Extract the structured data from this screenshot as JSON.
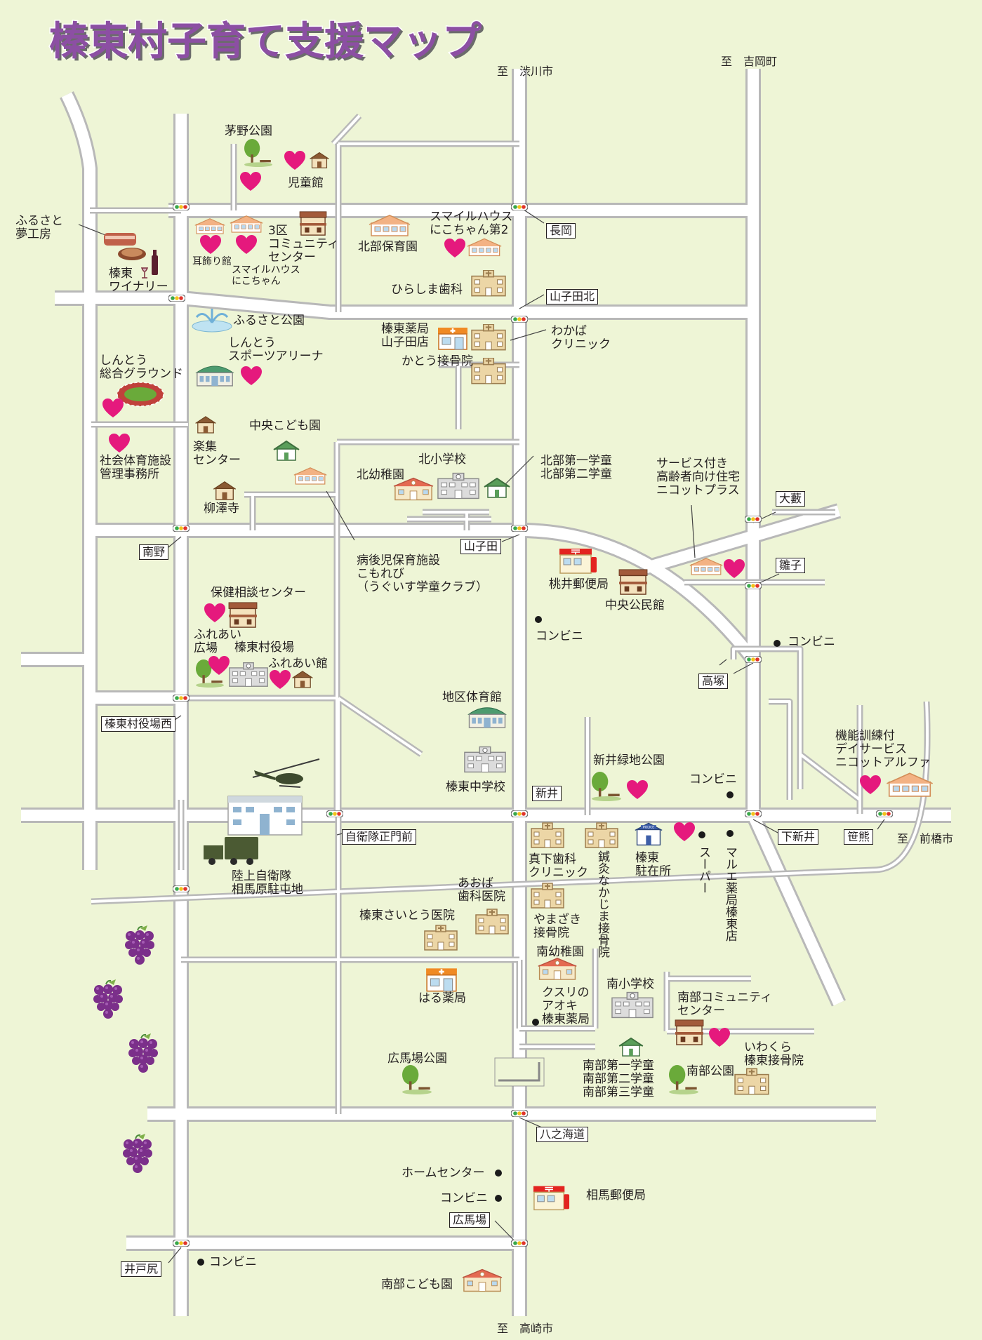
{
  "title": "榛東村子育て支援マップ",
  "destinations": {
    "north": "至　渋川市",
    "northeast": "至　吉岡町",
    "east": "至　前橋市",
    "south": "至　高崎市"
  },
  "signals": {
    "nagaoka": "長岡",
    "yamakodakita": "山子田北",
    "oyabu": "大藪",
    "hinako": "雛子",
    "minamino": "南野",
    "yamakoda": "山子田",
    "takatsuka": "高塚",
    "yakuba_nishi": "榛東村役場西",
    "arai": "新井",
    "jieitai": "自衛隊正門前",
    "shimoarai": "下新井",
    "sasakuma": "笹熊",
    "hachinokaido": "八之海道",
    "hiromaba": "広馬場",
    "idojiri": "井戸尻"
  },
  "places": {
    "kayano_park": "茅野公園",
    "jidokan": "児童館",
    "furusato_yume": "ふるさと\n夢工房",
    "winery": "榛東\nワイナリー",
    "mimikazari": "耳飾り館",
    "smile_house": "スマイルハウス\nにこちゃん",
    "community3": "3区\nコミュニティ\nセンター",
    "hokubu_hoikuen": "北部保育園",
    "smile_house2": "スマイルハウス\nにこちゃん第2",
    "hirashima": "ひらしま歯科",
    "furusato_park": "ふるさと公園",
    "sports_arena": "しんとう\nスポーツアリーナ",
    "sogo_ground": "しんとう\n総合グラウンド",
    "shakai_taiiku": "社会体育施設\n管理事務所",
    "rakushu": "楽集\nセンター",
    "ryutakuji": "柳澤寺",
    "chuo_kodomoen": "中央こども園",
    "yakkyoku_yamakoda": "榛東薬局\n山子田店",
    "wakaba": "わかば\nクリニック",
    "kato": "かとう接骨院",
    "hoku_yochien": "北幼稚園",
    "hoku_shogakko": "北小学校",
    "hokubu_gakudo": "北部第一学童\n北部第二学童",
    "nicotto_plus": "サービス付き\n高齢者向け住宅\nニコットプラス",
    "byogoji": "病後児保育施設\nこもれび\n（うぐいす学童クラブ）",
    "momoi_post": "桃井郵便局",
    "chuo_kominkan": "中央公民館",
    "hoken_center": "保健相談センター",
    "fureai_hiroba": "ふれあい\n広場",
    "yakuba": "榛東村役場",
    "fureai_kan": "ふれあい館",
    "konbini": "コンビニ",
    "chiku_taiikukan": "地区体育館",
    "chugakko": "榛東中学校",
    "arai_park": "新井緑地公園",
    "kino_kunren": "機能訓練付\nデイサービス\nニコットアルファ",
    "jieitai_base": "陸上自衛隊\n相馬原駐屯地",
    "mashimo": "真下歯科\nクリニック",
    "nakajima": "鍼灸なかじま接骨院",
    "chuzaisho": "榛東\n駐在所",
    "super": "スーパー",
    "marue": "マルエ薬局榛東店",
    "aoba": "あおば\n歯科医院",
    "saito": "榛東さいとう医院",
    "yamazaki": "やまざき\n接骨院",
    "minami_yochien": "南幼稚園",
    "haru": "はる薬局",
    "kusuri_aoki": "クスリの\nアオキ\n榛東薬局",
    "minami_shogakko": "南小学校",
    "nanbu_community": "南部コミュニティ\nセンター",
    "hiromaba_park": "広馬場公園",
    "nanbu_gakudo": "南部第一学童\n南部第二学童\n南部第三学童",
    "nanbu_park": "南部公園",
    "iwakura": "いわくら\n榛東接骨院",
    "home_center": "ホームセンター",
    "soma_post": "相馬郵便局",
    "nanbu_kodomoen": "南部こども園"
  },
  "colors": {
    "background": "#eef5d6",
    "road": "#ffffff",
    "road_edge": "#b8b8b8",
    "heart": "#e5197d",
    "title": "#8c4fa3",
    "grape": "#7b2f8a"
  }
}
